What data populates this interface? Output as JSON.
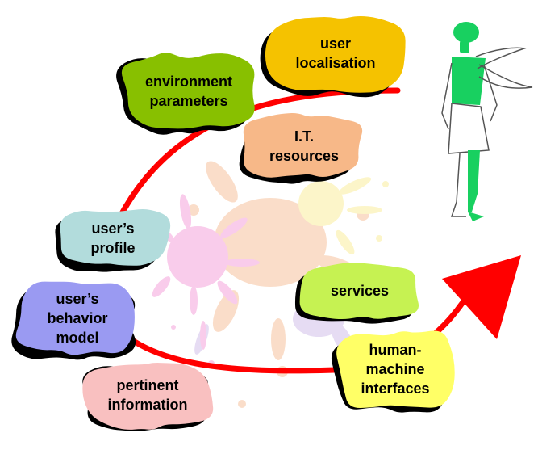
{
  "colors": {
    "background": "#ffffff",
    "arrow": "#ff0000",
    "environment": "#88c000",
    "localisation": "#f5c200",
    "it_resources": "#f7b888",
    "profile": "#b2dcdc",
    "behavior": "#9a9af2",
    "pertinent": "#f9c0c0",
    "services": "#c6f252",
    "hmi": "#ffff66",
    "shadow": "#000000",
    "splash_pink": "#f8c4e8",
    "splash_peach": "#fad8c0",
    "splash_yellow": "#fcf4c0",
    "splash_lavender": "#e2d6f2",
    "figure_green": "#18d060",
    "figure_line": "#555555"
  },
  "nodes": {
    "environment": {
      "lines": [
        "environment",
        "parameters"
      ]
    },
    "localisation": {
      "lines": [
        "user",
        "localisation"
      ]
    },
    "it_resources": {
      "lines": [
        "I.T.",
        "resources"
      ]
    },
    "profile": {
      "lines": [
        "user’s",
        "profile"
      ]
    },
    "behavior": {
      "lines": [
        "user’s",
        "behavior",
        "model"
      ]
    },
    "pertinent": {
      "lines": [
        "pertinent",
        "information"
      ]
    },
    "services": {
      "lines": [
        "services"
      ]
    },
    "hmi": {
      "lines": [
        "human-",
        "machine",
        "interfaces"
      ]
    }
  },
  "figure": {
    "icon": "woman-figure-icon"
  }
}
